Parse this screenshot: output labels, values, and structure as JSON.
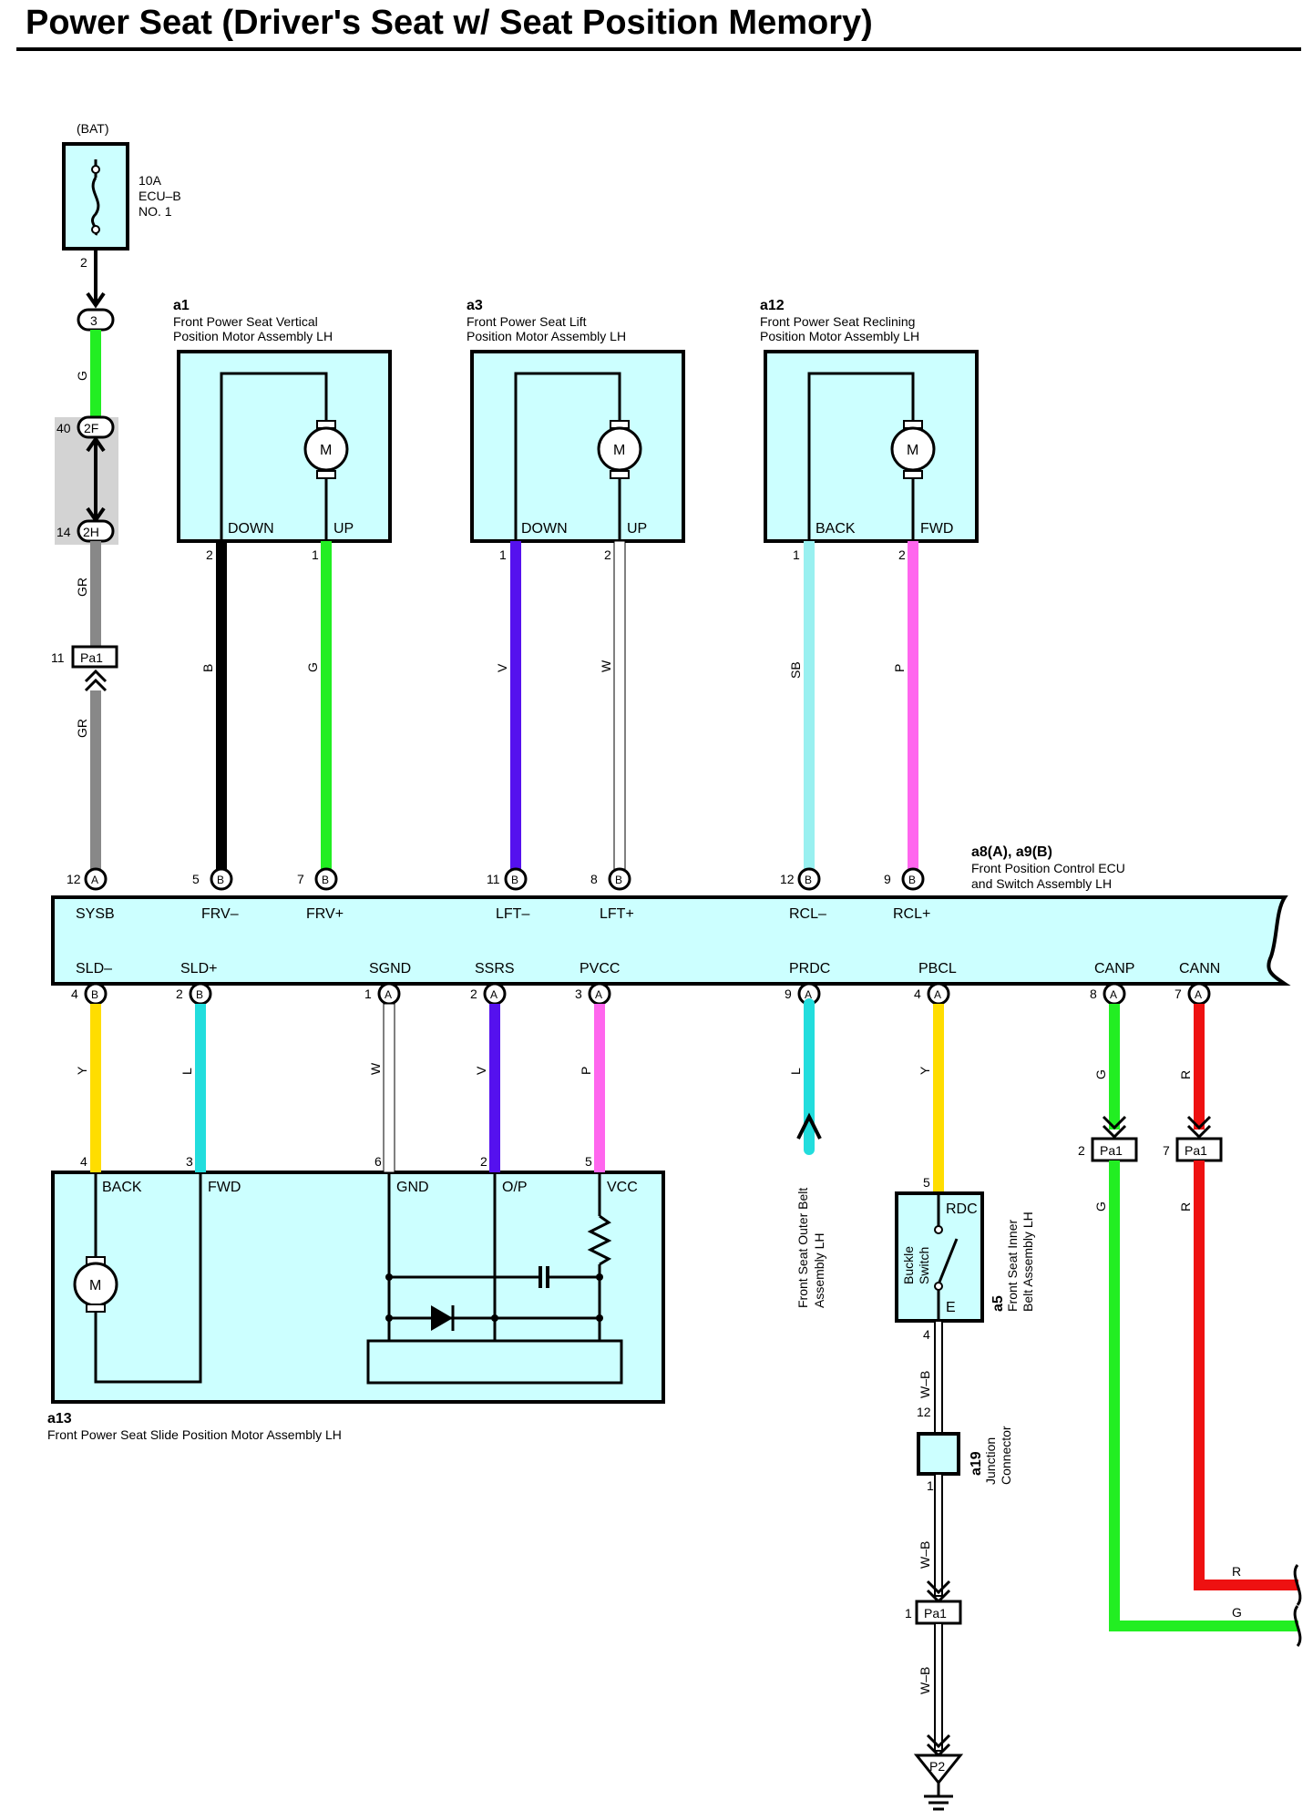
{
  "title": "Power Seat (Driver's Seat w/ Seat Position Memory)",
  "colors": {
    "box_fill": "#ccffff",
    "G": "#22ee22",
    "GR": "#888888",
    "B": "#000000",
    "V": "#5511ee",
    "W": "#ffffff",
    "SB": "#99f0f0",
    "P": "#ff66ee",
    "Y": "#ffdd00",
    "L": "#22dddd",
    "R": "#ee1111",
    "W-B": "#333333"
  },
  "fuse": {
    "source": "(BAT)",
    "rating": "10A",
    "name1": "ECU–B",
    "name2": "NO. 1",
    "pin": "2"
  },
  "junctions": {
    "j3": "3",
    "j2f_pin": "40",
    "j2f": "2F",
    "j2h_pin": "14",
    "j2h": "2H",
    "pa1_left_pin": "11",
    "pa1": "Pa1"
  },
  "left_wire": {
    "top_color": "G",
    "mid_color": "GR",
    "bottom_color": "GR"
  },
  "motors": {
    "m": "M",
    "a1": {
      "code": "a1",
      "name1": "Front Power Seat Vertical",
      "name2": "Position Motor Assembly LH",
      "t1": "DOWN",
      "t2": "UP",
      "p1": "2",
      "p2": "1",
      "w1": "B",
      "w2": "G"
    },
    "a3": {
      "code": "a3",
      "name1": "Front Power Seat Lift",
      "name2": "Position Motor Assembly LH",
      "t1": "DOWN",
      "t2": "UP",
      "p1": "1",
      "p2": "2",
      "w1": "V",
      "w2": "W"
    },
    "a12": {
      "code": "a12",
      "name1": "Front Power Seat Reclining",
      "name2": "Position Motor Assembly LH",
      "t1": "BACK",
      "t2": "FWD",
      "p1": "1",
      "p2": "2",
      "w1": "SB",
      "w2": "P"
    }
  },
  "ecu": {
    "code": "a8(A), a9(B)",
    "name1": "Front Position Control ECU",
    "name2": "and Switch Assembly LH",
    "top_pins": [
      {
        "pin": "12",
        "conn": "A",
        "label": "SYSB"
      },
      {
        "pin": "5",
        "conn": "B",
        "label": "FRV–"
      },
      {
        "pin": "7",
        "conn": "B",
        "label": "FRV+"
      },
      {
        "pin": "11",
        "conn": "B",
        "label": "LFT–"
      },
      {
        "pin": "8",
        "conn": "B",
        "label": "LFT+"
      },
      {
        "pin": "12",
        "conn": "B",
        "label": "RCL–"
      },
      {
        "pin": "9",
        "conn": "B",
        "label": "RCL+"
      }
    ],
    "bottom_pins": [
      {
        "pin": "4",
        "conn": "B",
        "label": "SLD–",
        "wire": "Y"
      },
      {
        "pin": "2",
        "conn": "B",
        "label": "SLD+",
        "wire": "L"
      },
      {
        "pin": "1",
        "conn": "A",
        "label": "SGND",
        "wire": "W"
      },
      {
        "pin": "2",
        "conn": "A",
        "label": "SSRS",
        "wire": "V"
      },
      {
        "pin": "3",
        "conn": "A",
        "label": "PVCC",
        "wire": "P"
      },
      {
        "pin": "9",
        "conn": "A",
        "label": "PRDC",
        "wire": "L"
      },
      {
        "pin": "4",
        "conn": "A",
        "label": "PBCL",
        "wire": "Y"
      },
      {
        "pin": "8",
        "conn": "A",
        "label": "CANP",
        "wire": "G"
      },
      {
        "pin": "7",
        "conn": "A",
        "label": "CANN",
        "wire": "R"
      }
    ]
  },
  "slide_motor": {
    "code": "a13",
    "name": "Front Power Seat Slide Position Motor Assembly LH",
    "terms": [
      "BACK",
      "FWD",
      "GND",
      "O/P",
      "VCC"
    ],
    "pins": [
      "4",
      "3",
      "6",
      "2",
      "5"
    ]
  },
  "outer_belt": {
    "name1": "Front Seat Outer Belt",
    "name2": "Assembly LH"
  },
  "buckle": {
    "code": "a5",
    "name1": "Front Seat Inner",
    "name2": "Belt Assembly LH",
    "switch1": "Buckle",
    "switch2": "Switch",
    "rdc": "RDC",
    "e": "E",
    "pin_top": "5",
    "pin_bottom": "4",
    "wire": "W–B"
  },
  "junction_connector": {
    "code": "a19",
    "name": "Junction",
    "name2": "Connector",
    "pin_top": "12",
    "pin_bottom": "1",
    "wire": "W–B"
  },
  "pa1_bottom": {
    "pin": "1",
    "label": "Pa1",
    "wire": "W–B",
    "ground": "P2"
  },
  "can": {
    "pa1_p": "2",
    "pa1_n": "7",
    "label": "Pa1",
    "wire_g": "G",
    "wire_r": "R",
    "end_r": "R",
    "end_g": "G"
  }
}
